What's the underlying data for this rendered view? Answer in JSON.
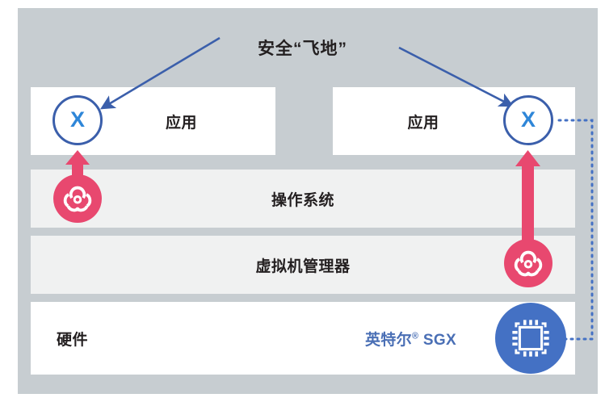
{
  "diagram": {
    "title": "安全“飞地”",
    "background_color": "#c7cdd1",
    "accent_blue": "#3b5fab",
    "accent_pink": "#e8486f",
    "chip_blue": "#4471c4"
  },
  "layers": {
    "app_left_label": "应用",
    "app_right_label": "应用",
    "os_label": "操作系统",
    "vmm_label": "虚拟机管理器",
    "hardware_label": "硬件"
  },
  "enclaves": {
    "left_glyph": "X",
    "right_glyph": "X"
  },
  "sgx": {
    "brand": "英特尔",
    "registered": "®",
    "product": "SGX",
    "icon": "cpu-chip-icon"
  },
  "threat": {
    "icon": "biohazard-icon",
    "count": 2
  },
  "icons": {
    "pointer_arrow": "arrow-icon",
    "attack_arrow": "up-arrow-icon",
    "link": "dotted-connector-icon"
  }
}
